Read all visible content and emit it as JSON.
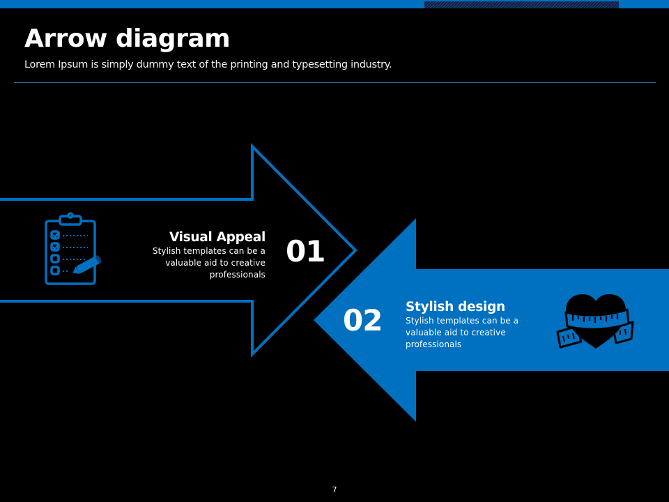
{
  "slide": {
    "title": "Arrow diagram",
    "subtitle": "Lorem Ipsum is simply dummy text of the printing and typesetting industry.",
    "page_number": "7"
  },
  "colors": {
    "accent": "#0070c0",
    "background": "#000000",
    "text": "#ffffff"
  },
  "steps": [
    {
      "number": "01",
      "title": "Visual Appeal",
      "description_lines": [
        "Stylish templates can be a",
        "valuable aid to  creative",
        "professionals"
      ],
      "icon": "clipboard-checklist-icon",
      "arrow_direction": "right",
      "arrow_style": "outline"
    },
    {
      "number": "02",
      "title": "Stylish design",
      "description_lines": [
        "Stylish templates can be a",
        "valuable aid to  creative",
        "professionals"
      ],
      "icon": "heart-measuring-tape-icon",
      "arrow_direction": "left",
      "arrow_style": "filled"
    }
  ]
}
